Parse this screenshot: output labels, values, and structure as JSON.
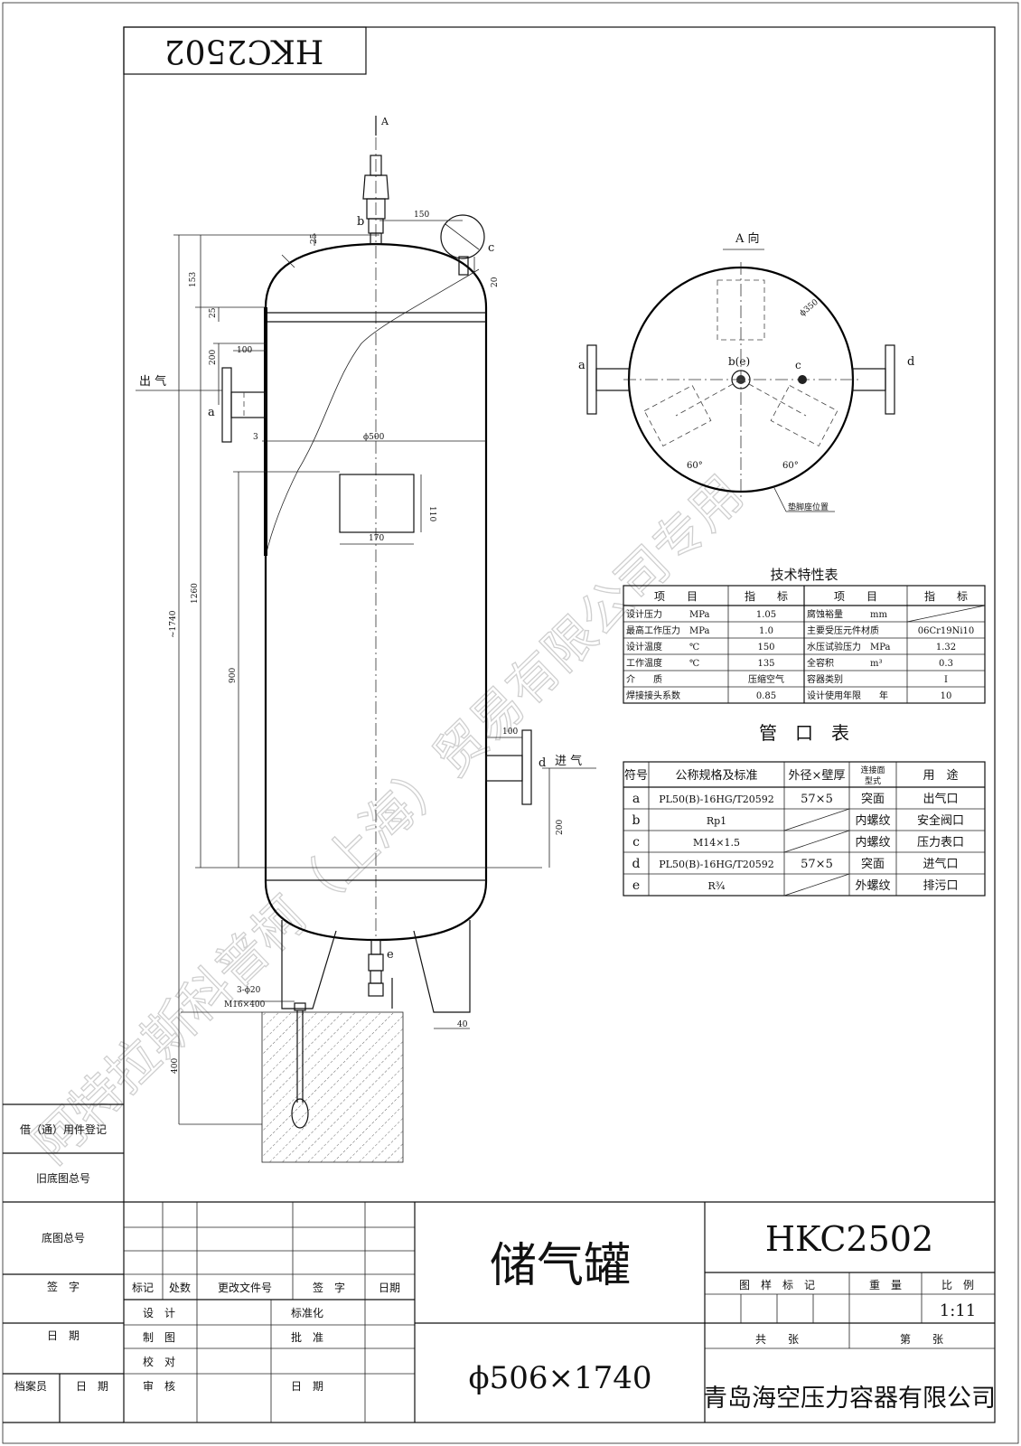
{
  "drawing_code": "HKC2502",
  "title": "储气罐",
  "size_label": "ϕ506×1740",
  "company": "青岛海空压力容器有限公司",
  "watermark": "阿特拉斯科普柯（上海）贸易有限公司专用",
  "view_label": "A 向",
  "arrow_label": "A",
  "view_notes": {
    "phi350": "ϕ350",
    "angle_left": "60°",
    "angle_right": "60°",
    "foot_position": "垫脚座位置"
  },
  "side_labels": {
    "outlet": "出 气",
    "inlet": "进 气"
  },
  "nozzle_letters": {
    "a": "a",
    "b": "b",
    "c": "c",
    "d": "d",
    "e": "e",
    "bc": "b(e)"
  },
  "dimensions": {
    "d150": "150",
    "d25": "25",
    "d20": "20",
    "d153": "153",
    "d25b": "25",
    "d200": "200",
    "d100": "100",
    "d3": "3",
    "phi500": "ϕ500",
    "d110": "110",
    "d170": "170",
    "d1260": "1260",
    "d1740": "~1740",
    "d900": "900",
    "d100b": "100",
    "d200b": "200",
    "d40": "40",
    "d400": "400",
    "bolt1": "3-ϕ20",
    "bolt2": "M16×400"
  },
  "tech_table": {
    "title": "技术特性表",
    "headers": [
      "项　　目",
      "指　　标",
      "项　　目",
      "指　　标"
    ],
    "rows": [
      [
        "设计压力　　　MPa",
        "1.05",
        "腐蚀裕量　　　mm",
        ""
      ],
      [
        "最高工作压力　MPa",
        "1.0",
        "主要受压元件材质",
        "06Cr19Ni10"
      ],
      [
        "设计温度　　　℃",
        "150",
        "水压试验压力　MPa",
        "1.32"
      ],
      [
        "工作温度　　　℃",
        "135",
        "全容积　　　　m³",
        "0.3"
      ],
      [
        "介　　质",
        "压缩空气",
        "容器类别",
        "Ⅰ"
      ],
      [
        "焊接接头系数",
        "0.85",
        "设计使用年限　　年",
        "10"
      ]
    ]
  },
  "nozzle_table": {
    "title": "管　口　表",
    "headers": [
      "符号",
      "公称规格及标准",
      "外径×壁厚",
      "连接面型式",
      "用　途"
    ],
    "rows": [
      [
        "a",
        "PL50(B)-16HG/T20592",
        "57×5",
        "突面",
        "出气口"
      ],
      [
        "b",
        "Rp1",
        "",
        "内螺纹",
        "安全阀口"
      ],
      [
        "c",
        "M14×1.5",
        "",
        "内螺纹",
        "压力表口"
      ],
      [
        "d",
        "PL50(B)-16HG/T20592",
        "57×5",
        "突面",
        "进气口"
      ],
      [
        "e",
        "R¾",
        "",
        "外螺纹",
        "排污口"
      ]
    ]
  },
  "left_blocks": [
    "借（通）用件登记",
    "旧底图总号",
    "底图总号",
    "签　字",
    "日　期",
    "档案员",
    "日　期"
  ],
  "revision_headers": [
    "标记",
    "处数",
    "更改文件号",
    "签　字",
    "日期"
  ],
  "sign_rows": [
    "设　计",
    "制　图",
    "校　对",
    "审　核"
  ],
  "sign_rows_right": [
    "标准化",
    "批　准",
    "日　期"
  ],
  "title_block": {
    "marks": "图　样　标　记",
    "weight": "重　量",
    "scale_label": "比　例",
    "scale": "1:11",
    "total": "共　　张",
    "sheet": "第　　张"
  }
}
